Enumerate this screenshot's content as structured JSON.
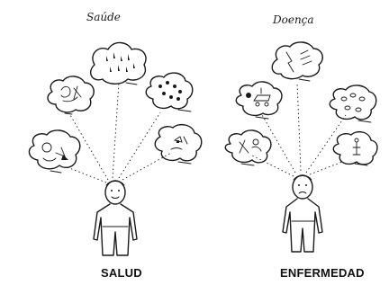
{
  "panels": [
    {
      "id": "salud",
      "caption": "SALUD",
      "title_script": "Saúde"
    },
    {
      "id": "enfermedad",
      "caption": "ENFERMEDAD",
      "title_script": "Doença"
    }
  ],
  "colors": {
    "ink": "#1a1a1a",
    "paper": "#ffffff"
  }
}
